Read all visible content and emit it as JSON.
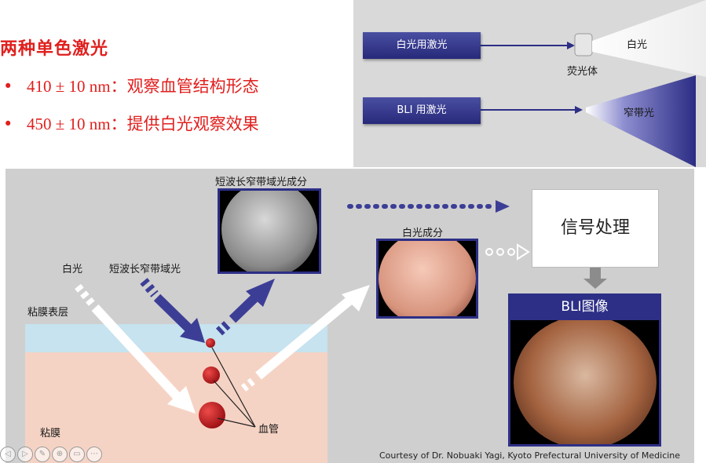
{
  "slide": {
    "heading": "两种单色激光",
    "bullets": [
      {
        "marker": "•",
        "value": "410 ± 10 nm",
        "text": "：观察血管结构形态"
      },
      {
        "marker": "•",
        "value": "450 ± 10 nm",
        "text": "：提供白光观察效果"
      }
    ]
  },
  "top_diagram": {
    "white_laser_label": "白光用激光",
    "bli_laser_label": "BLI 用激光",
    "phosphor_label": "荧光体",
    "white_light_label": "白光",
    "narrow_band_label": "窄带光"
  },
  "bottom_diagram": {
    "short_wave_component": "短波长窄带域光成分",
    "white_component": "白光成分",
    "signal_processing": "信号处理",
    "bli_image": "BLI图像",
    "white_light": "白光",
    "short_wave_light": "短波长窄带域光",
    "mucosa_surface": "粘膜表层",
    "mucosa": "粘膜",
    "blood_vessel": "血管",
    "credit": "Courtesy of Dr. Nobuaki Yagi, Kyoto Prefectural University of Medicine"
  },
  "toolbar": {
    "buttons": [
      {
        "icon": "previous-icon",
        "glyph": "◁"
      },
      {
        "icon": "next-icon",
        "glyph": "▷"
      },
      {
        "icon": "pen-icon",
        "glyph": "✎"
      },
      {
        "icon": "zoom-icon",
        "glyph": "⊕"
      },
      {
        "icon": "slides-icon",
        "glyph": "▭"
      },
      {
        "icon": "more-icon",
        "glyph": "⋯"
      }
    ]
  },
  "colors": {
    "heading": "#e0201e",
    "laser_box": "#2d2f86",
    "panel": "#d9d9d9"
  }
}
